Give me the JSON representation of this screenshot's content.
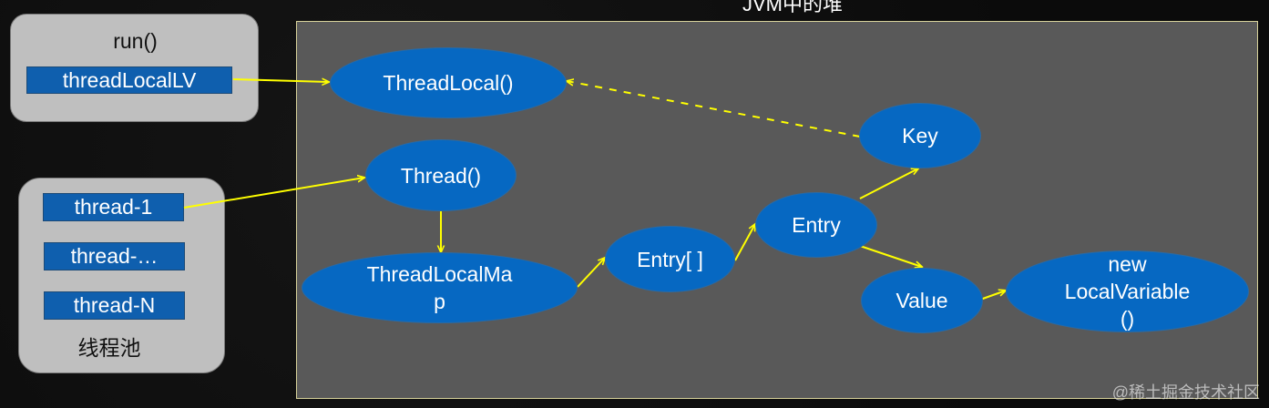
{
  "heap": {
    "title": "JVM中的堆"
  },
  "run_panel": {
    "label": "run()",
    "local_variable": "threadLocalLV"
  },
  "thread_pool": {
    "items": [
      "thread-1",
      "thread-…",
      "thread-N"
    ],
    "label": "线程池"
  },
  "nodes": {
    "thread_local": "ThreadLocal()",
    "thread": "Thread()",
    "thread_local_map": "ThreadLocalMa\np",
    "entry_array": "Entry[ ]",
    "entry": "Entry",
    "key": "Key",
    "value": "Value",
    "new_local_variable": "new\nLocalVariable\n()"
  },
  "watermark": "@稀土掘金技术社区",
  "colors": {
    "heap_fill": "#595959",
    "node_fill": "#0668c2",
    "box_fill": "#0f5fae",
    "panel_fill": "#bfbfbf",
    "arrow": "#ffff00"
  }
}
